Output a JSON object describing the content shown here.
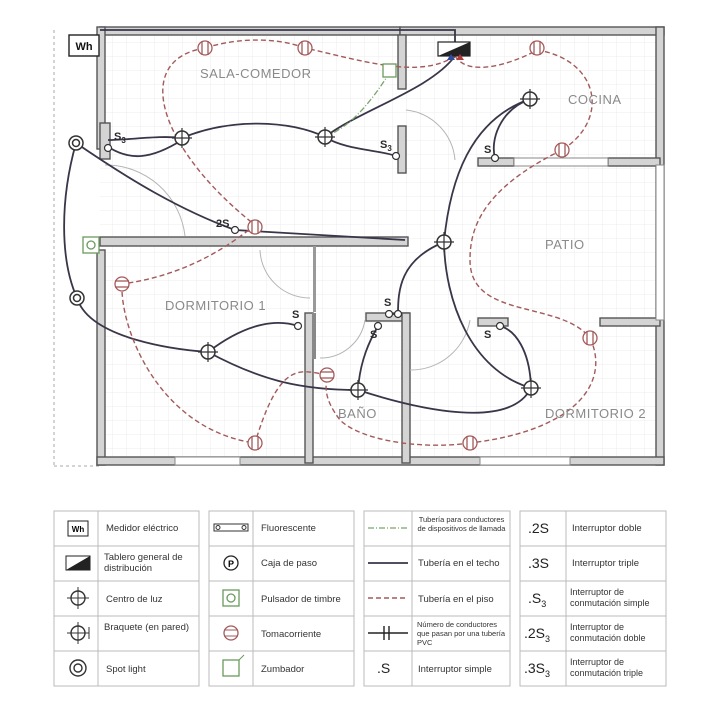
{
  "plan": {
    "meter_label": "Wh",
    "rooms": {
      "sala_comedor": "SALA-COMEDOR",
      "cocina": "COCINA",
      "patio": "PATIO",
      "dormitorio1": "DORMITORIO 1",
      "dormitorio2": "DORMITORIO 2",
      "bano": "BAÑO"
    },
    "switches": {
      "s3": "S",
      "s3_sub": "3",
      "s": "S",
      "s2": "2S"
    }
  },
  "legend": {
    "col1": [
      {
        "label": "Medidor eléctrico",
        "icon": "meter-icon",
        "icon_text": "Wh"
      },
      {
        "label": "Tablero general de distribución",
        "icon": "panel-icon"
      },
      {
        "label": "Centro de luz",
        "icon": "light-center-icon"
      },
      {
        "label": "Braquete (en pared)",
        "icon": "wall-bracket-icon"
      },
      {
        "label": "Spot light",
        "icon": "spot-light-icon"
      }
    ],
    "col2": [
      {
        "label": "Fluorescente",
        "icon": "fluorescent-icon"
      },
      {
        "label": "Caja de paso",
        "icon": "junction-box-icon",
        "icon_text": "P"
      },
      {
        "label": "Pulsador de timbre",
        "icon": "doorbell-button-icon"
      },
      {
        "label": "Tomacorriente",
        "icon": "outlet-icon"
      },
      {
        "label": "Zumbador",
        "icon": "buzzer-icon"
      }
    ],
    "col3": [
      {
        "label": "Tubería para conductores de dispositivos de llamada",
        "icon": "signal-conduit-icon"
      },
      {
        "label": "Tubería en el techo",
        "icon": "ceiling-conduit-icon"
      },
      {
        "label": "Tubería en el piso",
        "icon": "floor-conduit-icon"
      },
      {
        "label": "Número de conductores que pasan por una tubería PVC",
        "icon": "conductor-count-icon"
      },
      {
        "label": "Interruptor simple",
        "icon": "simple-switch-icon",
        "icon_text": ".S"
      }
    ],
    "col4": [
      {
        "label": "Interruptor doble",
        "code": ".2S"
      },
      {
        "label": "Interruptor triple",
        "code": ".3S"
      },
      {
        "label": "Interruptor de conmutación simple",
        "code": ".S",
        "sub": "3"
      },
      {
        "label": "Interruptor de conmutación doble",
        "code": ".2S",
        "sub": "3"
      },
      {
        "label": "Interruptor de conmutación triple",
        "code": ".3S",
        "sub": "3"
      }
    ]
  }
}
